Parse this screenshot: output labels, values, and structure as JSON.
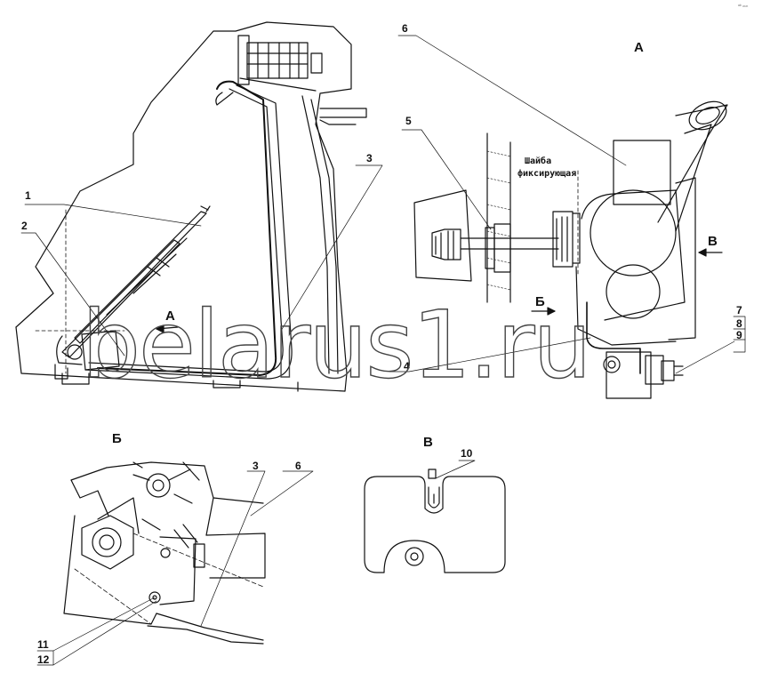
{
  "watermark": "belarus1.ru",
  "corner_mark": "ᵃᵇ ₘₘ",
  "views": {
    "a": "А",
    "b": "Б",
    "v": "В"
  },
  "arrows": {
    "a": "А",
    "b": "Б",
    "v": "В"
  },
  "note": {
    "line1": "Шайба",
    "line2": "фиксирующая"
  },
  "callouts": {
    "c1": "1",
    "c2": "2",
    "c3": "3",
    "c4": "4",
    "c5": "5",
    "c6": "6",
    "c7": "7",
    "c8": "8",
    "c9": "9",
    "c10": "10",
    "c11": "11",
    "c12": "12",
    "b3": "3",
    "b6": "6"
  }
}
